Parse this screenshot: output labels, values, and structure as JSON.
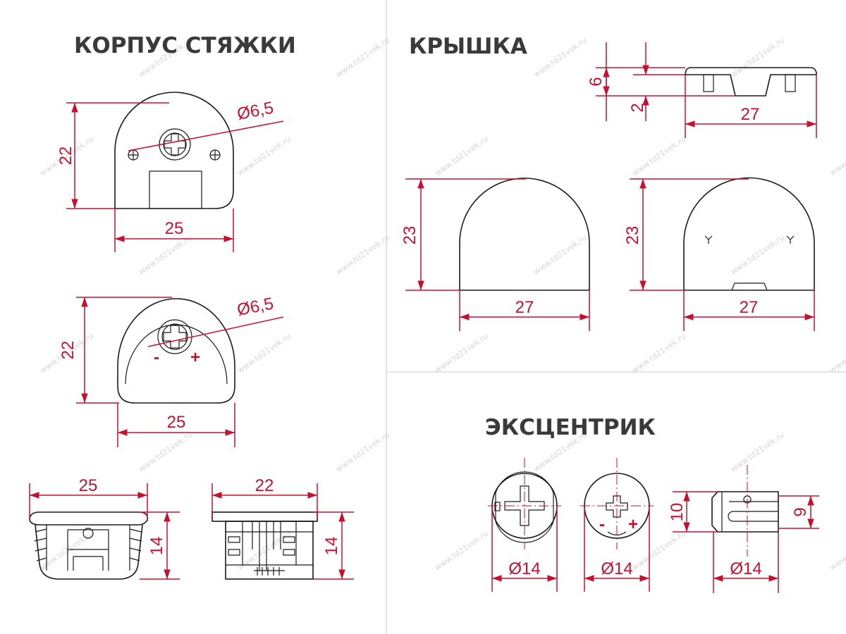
{
  "sections": {
    "housing": {
      "title": "КОРПУС СТЯЖКИ"
    },
    "cap": {
      "title": "КРЫШКА"
    },
    "eccentric": {
      "title": "ЭКСЦЕНТРИК"
    }
  },
  "dimensions": {
    "housing_top_height": "22",
    "housing_top_width": "25",
    "housing_top_hole": "Ø6,5",
    "housing_mid_height": "22",
    "housing_mid_width": "25",
    "housing_mid_hole": "Ø6,5",
    "housing_side_width": "25",
    "housing_side_height": "14",
    "housing_front_width": "22",
    "housing_front_height": "14",
    "cap_total_height": "6",
    "cap_inner_height": "2",
    "cap_top_width": "27",
    "cap_left_height": "23",
    "cap_left_width": "27",
    "cap_right_height": "23",
    "cap_right_width": "27",
    "ecc_left_diameter": "Ø14",
    "ecc_mid_diameter": "Ø14",
    "ecc_side_diameter": "Ø14",
    "ecc_side_height_left": "10",
    "ecc_side_height_right": "9"
  },
  "signs": {
    "minus": "-",
    "plus": "+"
  },
  "watermark": "www.td21vek.ru",
  "colors": {
    "dimension": "#c8102e",
    "outline": "#1a1a1a",
    "title": "#3a3a3a",
    "watermark": "#d6d6d6"
  }
}
